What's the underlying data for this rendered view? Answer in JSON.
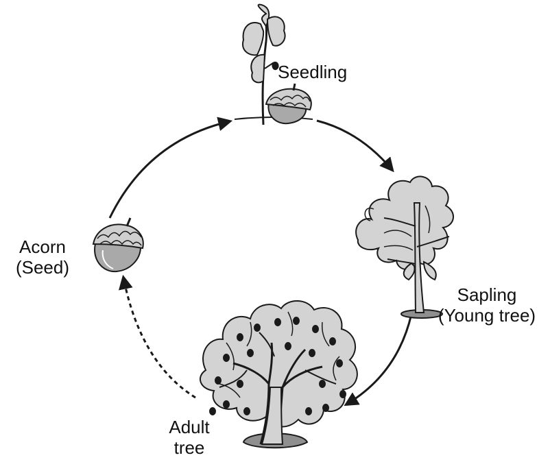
{
  "stages": {
    "seedling": {
      "line1": "Seedling"
    },
    "sapling": {
      "line1": "Sapling",
      "line2": "(Young tree)"
    },
    "adult": {
      "line1": "Adult",
      "line2": "tree"
    },
    "acorn": {
      "line1": "Acorn",
      "line2": "(Seed)"
    }
  },
  "colors": {
    "stroke": "#1a1a1a",
    "foliage": "#d3d3d3",
    "acorn": "#a9a9a9",
    "acorn_cap": "#cfcfcf",
    "ground": "#8f8f8f"
  }
}
